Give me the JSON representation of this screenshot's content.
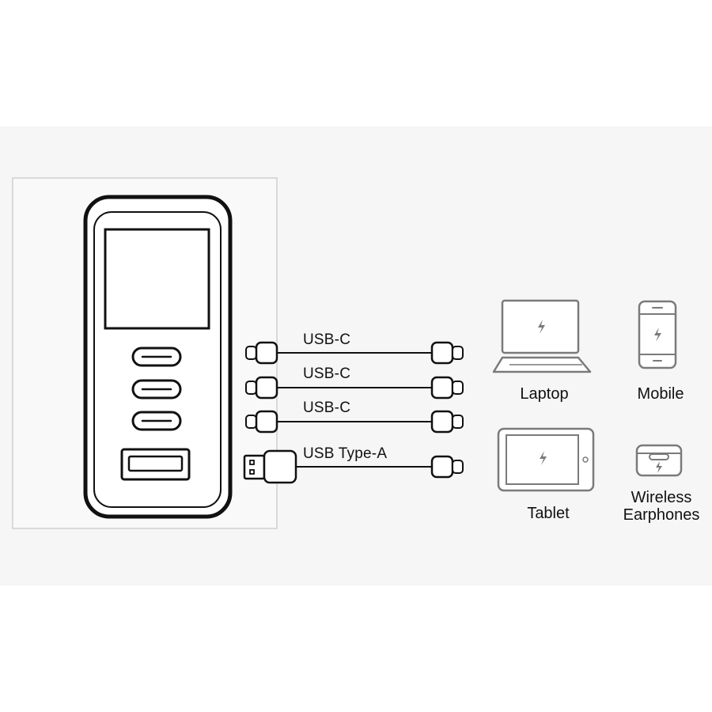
{
  "cables": [
    {
      "label": "USB-C",
      "plug_left": "usb-c",
      "plug_right": "usb-c"
    },
    {
      "label": "USB-C",
      "plug_left": "usb-c",
      "plug_right": "usb-c"
    },
    {
      "label": "USB-C",
      "plug_left": "usb-c",
      "plug_right": "usb-c"
    },
    {
      "label": "USB Type-A",
      "plug_left": "usb-a",
      "plug_right": "usb-c"
    }
  ],
  "devices": {
    "laptop": {
      "label": "Laptop",
      "icon": "laptop-icon"
    },
    "mobile": {
      "label": "Mobile",
      "icon": "mobile-icon"
    },
    "tablet": {
      "label": "Tablet",
      "icon": "tablet-icon"
    },
    "earphones": {
      "label_line1": "Wireless",
      "label_line2": "Earphones",
      "icon": "earphones-case-icon"
    }
  },
  "charger": {
    "icon": "charger-icon",
    "ports": [
      "usb-c",
      "usb-c",
      "usb-c",
      "usb-a"
    ]
  },
  "colors": {
    "outline": "#111111",
    "device_gray": "#7a7a7a",
    "background_band": "#f6f6f6"
  }
}
